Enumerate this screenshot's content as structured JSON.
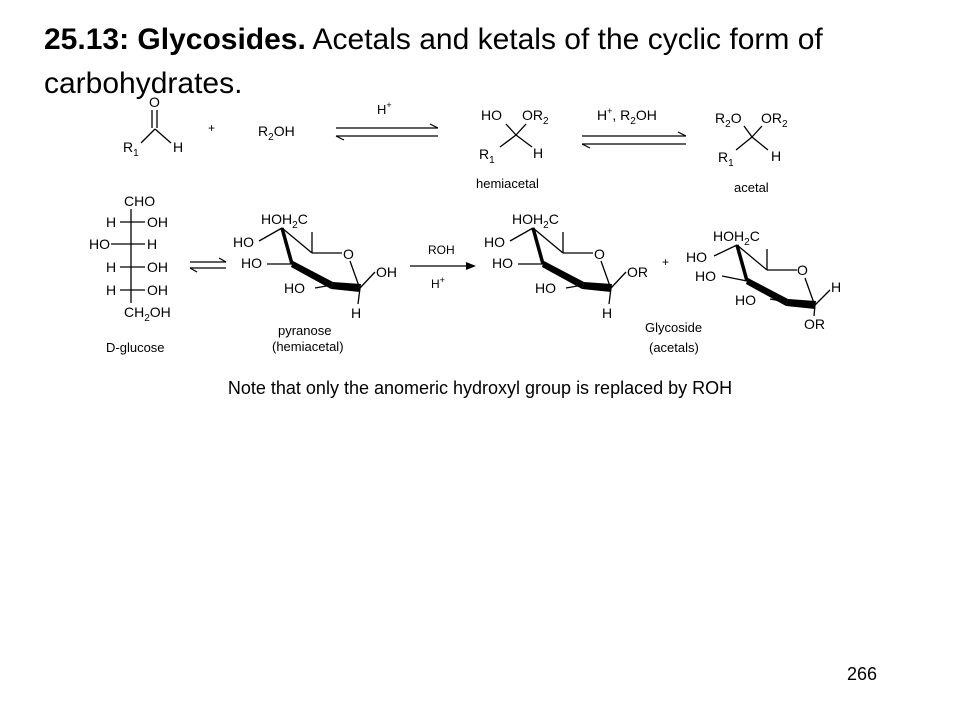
{
  "title": {
    "lead": "25.13: Glycosides.",
    "rest": "Acetals and ketals of the cyclic form of carbohydrates."
  },
  "scheme_top": {
    "aldehyde": {
      "o": "O",
      "r": "R",
      "r_sub": "1",
      "h": "H"
    },
    "plus": "+",
    "alcohol": {
      "a": "R",
      "sub": "2",
      "b": "OH"
    },
    "arrow1_label": {
      "main": "H",
      "sup": "+"
    },
    "hemiacetal": {
      "ho": "HO",
      "or": "OR",
      "or_sub": "2",
      "r": "R",
      "r_sub": "1",
      "h": "H",
      "label": "hemiacetal"
    },
    "arrow2_label": {
      "h": "H",
      "sup": "+",
      "rest": ", R",
      "sub": "2",
      "end": "OH"
    },
    "acetal": {
      "r2o_a": "R",
      "r2o_sub": "2",
      "r2o_b": "O",
      "or": "OR",
      "or_sub": "2",
      "r": "R",
      "r_sub": "1",
      "h": "H",
      "label": "acetal"
    }
  },
  "fischer": {
    "top": "CHO",
    "rows": [
      {
        "left": "H",
        "right": "OH"
      },
      {
        "left": "HO",
        "right": "H"
      },
      {
        "left": "H",
        "right": "OH"
      },
      {
        "left": "H",
        "right": "OH"
      }
    ],
    "bottom": {
      "a": "CH",
      "sub": "2",
      "b": "OH"
    },
    "label": "D-glucose"
  },
  "pyranose": {
    "ch2oh": {
      "a": "HOH",
      "sub": "2",
      "b": "C"
    },
    "ho1": "HO",
    "ho2": "HO",
    "ho3": "HO",
    "ring_o": "O",
    "oh": "OH",
    "h": "H",
    "label1": "pyranose",
    "label2": "(hemiacetal)"
  },
  "arrow3_labels": {
    "top": "ROH",
    "bottom_h": "H",
    "bottom_sup": "+"
  },
  "glycoside_beta": {
    "ch2oh": {
      "a": "HOH",
      "sub": "2",
      "b": "C"
    },
    "ho1": "HO",
    "ho2": "HO",
    "ho3": "HO",
    "ring_o": "O",
    "or": "OR",
    "h": "H"
  },
  "plus2": "+",
  "glycoside_alpha": {
    "ch2oh": {
      "a": "HOH",
      "sub": "2",
      "b": "C"
    },
    "ho1": "HO",
    "ho2": "HO",
    "ho3": "HO",
    "ring_o": "O",
    "h": "H",
    "or": "OR"
  },
  "glycoside_label": {
    "line1": "Glycoside",
    "line2": "(acetals)"
  },
  "note": "Note that only the anomeric hydroxyl group is replaced by ROH",
  "page_number": "266"
}
